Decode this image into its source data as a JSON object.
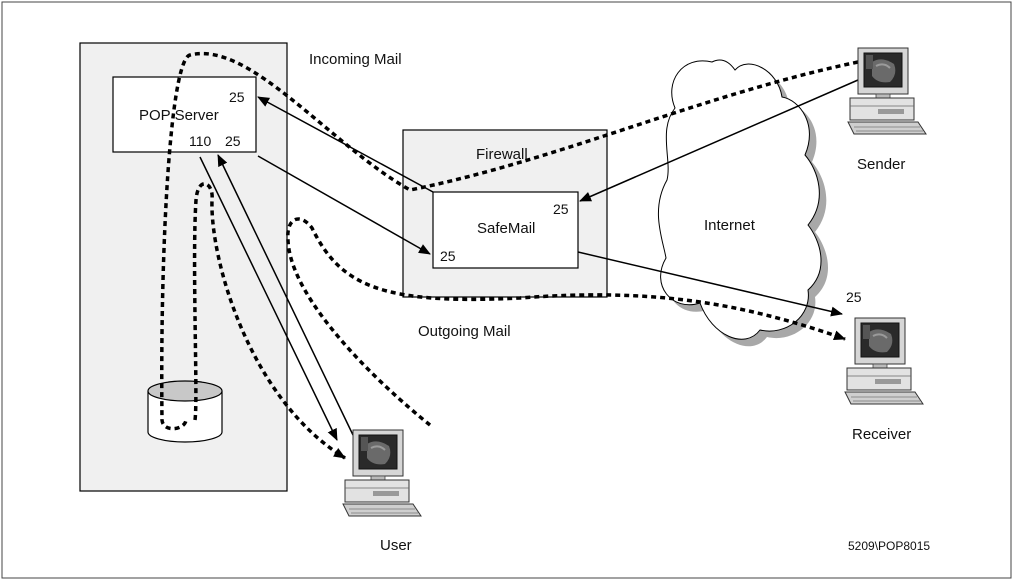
{
  "labels": {
    "incoming_mail": "Incoming Mail",
    "outgoing_mail": "Outgoing Mail",
    "firewall": "Firewall",
    "internet": "Internet",
    "figure_id": "5209\\POP8015"
  },
  "pop_server": {
    "title": "POP Server",
    "port_top": "25",
    "port_pop": "110",
    "port_smtp": "25"
  },
  "safemail": {
    "title": "SafeMail",
    "port_in": "25",
    "port_out": "25"
  },
  "computers": {
    "sender": "Sender",
    "receiver": "Receiver",
    "receiver_port": "25",
    "user": "User"
  },
  "colors": {
    "panel_fill": "#f0f0f0",
    "line": "#000000",
    "cloud_shadow": "#a8a8a8",
    "monitor_body": "#dcdcdc"
  },
  "icons": [
    "computer-icon",
    "database-icon",
    "cloud-icon"
  ]
}
